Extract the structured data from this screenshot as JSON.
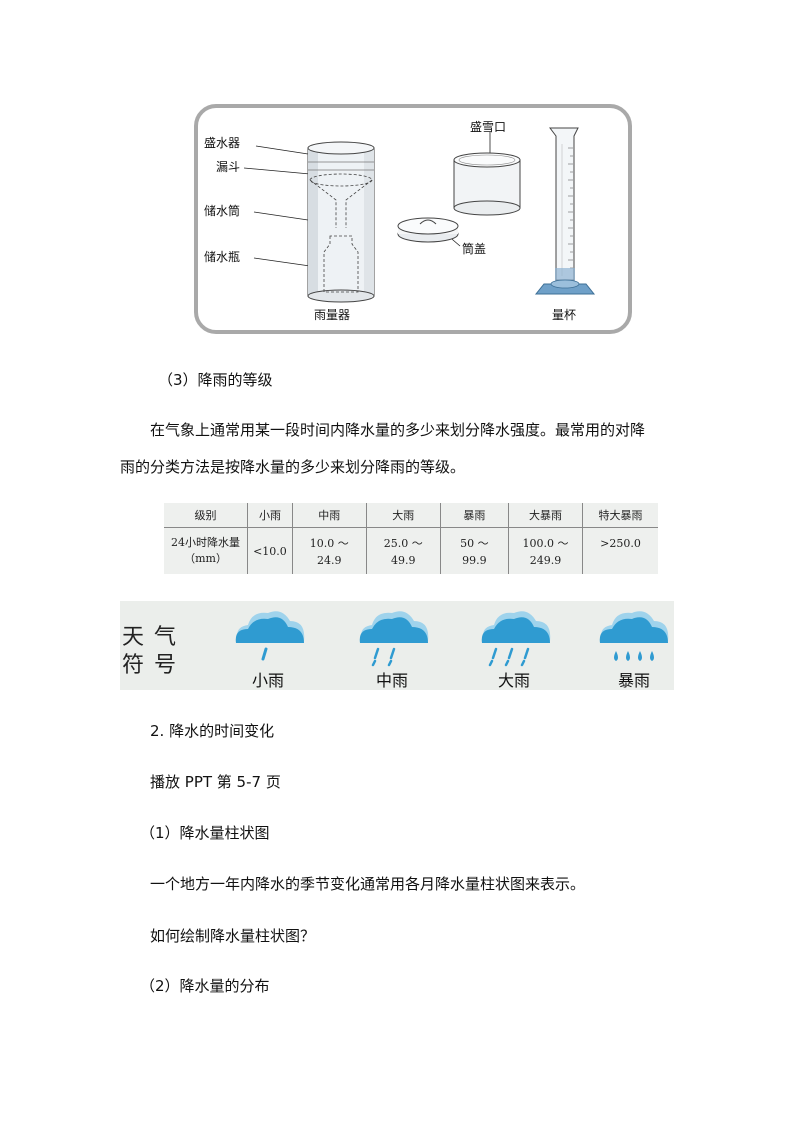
{
  "figure": {
    "labels": {
      "funnel_top": "盛水器",
      "funnel": "漏斗",
      "cylinder": "储水筒",
      "bottle": "储水瓶",
      "gauge": "雨量器",
      "snow_mouth": "盛雪口",
      "lid": "筒盖",
      "measuring_cup": "量杯"
    }
  },
  "text": {
    "heading3": "（3）降雨的等级",
    "para1_line1": "在气象上通常用某一段时间内降水量的多少来划分降水强度。最常用的对降",
    "para1_line2": "雨的分类方法是按降水量的多少来划分降雨的等级。",
    "section2": "2. 降水的时间变化",
    "ppt": "播放 PPT 第 5-7 页",
    "sub1": "（1）降水量柱状图",
    "para2": "一个地方一年内降水的季节变化通常用各月降水量柱状图来表示。",
    "question": "如何绘制降水量柱状图？",
    "sub2": "（2）降水量的分布"
  },
  "table": {
    "header": [
      "级别",
      "小雨",
      "中雨",
      "大雨",
      "暴雨",
      "大暴雨",
      "特大暴雨"
    ],
    "row_label": "24小时降水量（mm）",
    "values": [
      "<10.0",
      "10.0 ～24.9",
      "25.0 ～49.9",
      "50 ～99.9",
      "100.0 ～ 249.9",
      ">250.0"
    ]
  },
  "symbols": {
    "title_chars": [
      "天",
      "气",
      "符",
      "号"
    ],
    "items": [
      {
        "name": "小雨",
        "icon": "light-rain-icon"
      },
      {
        "name": "中雨",
        "icon": "moderate-rain-icon"
      },
      {
        "name": "大雨",
        "icon": "heavy-rain-icon"
      },
      {
        "name": "暴雨",
        "icon": "rainstorm-icon"
      }
    ],
    "colors": {
      "cloud": "#2f9bd1",
      "cloud_light": "#9fd3ec",
      "background": "#ebeeeb"
    }
  }
}
